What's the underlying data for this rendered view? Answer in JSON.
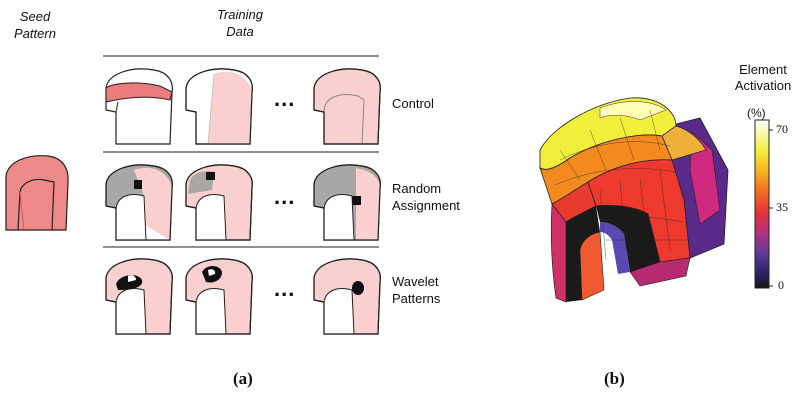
{
  "panel_a": {
    "seed_header_line1": "Seed",
    "seed_header_line2": "Pattern",
    "training_header_line1": "Training",
    "training_header_line2": "Data",
    "ellipsis": "...",
    "rows": [
      {
        "label_line1": "Control",
        "label_line2": ""
      },
      {
        "label_line1": "Random",
        "label_line2": "Assignment"
      },
      {
        "label_line1": "Wavelet",
        "label_line2": "Patterns"
      }
    ],
    "caption": "(a)"
  },
  "panel_b": {
    "colorbar_title_line1": "Element",
    "colorbar_title_line2": "Activation",
    "colorbar_unit": "(%)",
    "colorbar_ticks": [
      "70",
      "35",
      "0"
    ],
    "colorbar_range": [
      0,
      70
    ],
    "caption": "(b)"
  },
  "colors": {
    "seed_fill": "#ef8a8a",
    "light_pink": "#f9d0cf",
    "gray_region": "#a9a7a5",
    "colorbar": [
      "#1a1a1a",
      "#3a2a7a",
      "#8a3a9a",
      "#d0306a",
      "#ee3a2a",
      "#f27a20",
      "#f5c020",
      "#f2f23a",
      "#ffffff"
    ]
  }
}
